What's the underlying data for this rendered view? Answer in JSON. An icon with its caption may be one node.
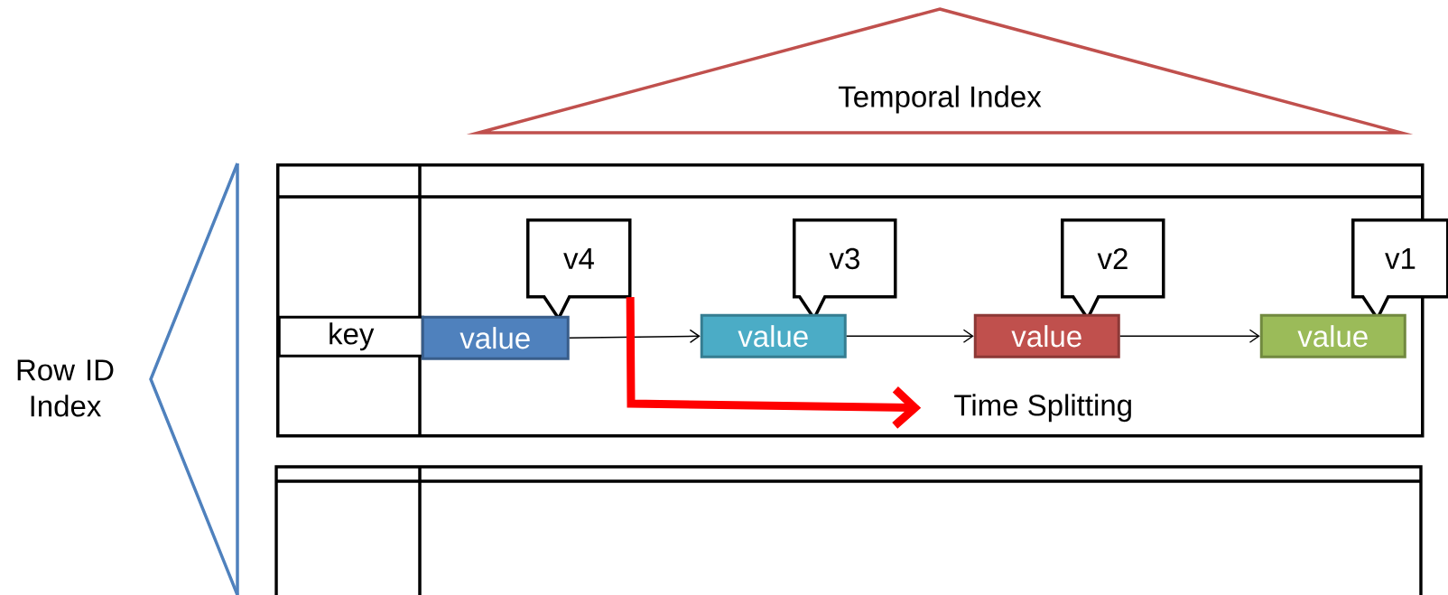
{
  "diagram": {
    "nodes": [
      {
        "text": [
          "Temporal Index"
        ]
      },
      {
        "text": [
          "Row ID Index"
        ]
      },
      {
        "text": [],
        "shape": "box"
      },
      {
        "text": [],
        "shape": "box"
      },
      {
        "text": [
          "key"
        ],
        "in": 2
      },
      {
        "text": [
          "value"
        ],
        "in": 2
      },
      {
        "text": [
          "value"
        ],
        "in": 2
      },
      {
        "text": [
          "value"
        ],
        "in": 2
      },
      {
        "text": [
          "value"
        ],
        "in": 2
      },
      {
        "text": [
          "v4"
        ],
        "in": 2
      },
      {
        "text": [
          "v3"
        ],
        "in": 2
      },
      {
        "text": [
          "v2"
        ],
        "in": 2
      },
      {
        "text": [
          "v1"
        ],
        "in": 2
      },
      {
        "text": [
          "Time Splitting"
        ],
        "in": 2
      }
    ],
    "edges": [
      {
        "from": 5,
        "to": 6,
        "arrow": "to"
      },
      {
        "from": 6,
        "to": 7,
        "arrow": "to"
      },
      {
        "from": 7,
        "to": 8,
        "arrow": "to"
      },
      {
        "from": 9,
        "to": 13,
        "arrow": "to",
        "style": "thick",
        "color": "#ff0000"
      }
    ]
  }
}
